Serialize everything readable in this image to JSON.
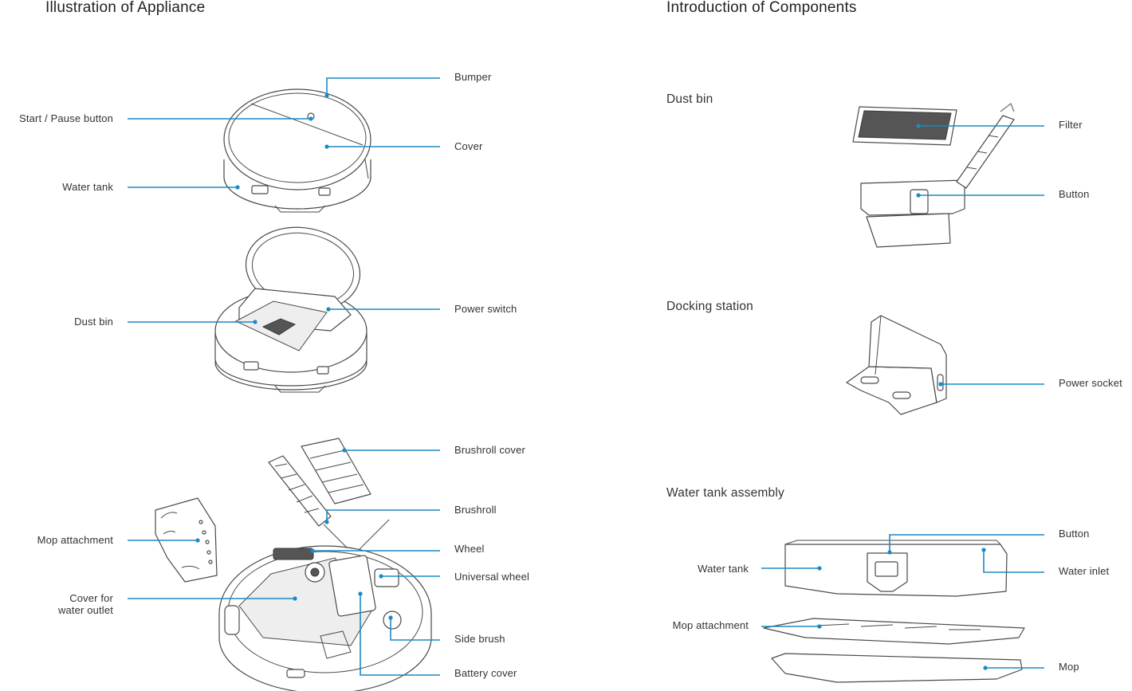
{
  "left_section": {
    "title": "Illustration of Appliance",
    "labels": {
      "bumper": "Bumper",
      "start_pause": "Start / Pause button",
      "cover": "Cover",
      "water_tank": "Water tank",
      "power_switch": "Power switch",
      "dust_bin": "Dust bin",
      "brushroll_cover": "Brushroll cover",
      "brushroll": "Brushroll",
      "mop_attachment": "Mop attachment",
      "wheel": "Wheel",
      "universal_wheel": "Universal wheel",
      "cover_water_outlet_1": "Cover for",
      "cover_water_outlet_2": "water outlet",
      "side_brush": "Side brush",
      "battery_cover": "Battery cover"
    }
  },
  "right_section": {
    "title": "Introduction of Components",
    "dust_bin": {
      "title": "Dust bin",
      "filter": "Filter",
      "button": "Button"
    },
    "docking_station": {
      "title": "Docking station",
      "power_socket": "Power socket"
    },
    "water_tank_assembly": {
      "title": "Water tank assembly",
      "button": "Button",
      "water_tank": "Water tank",
      "water_inlet": "Water inlet",
      "mop_attachment": "Mop attachment",
      "mop": "Mop"
    }
  },
  "colors": {
    "callout": "#1a8ac4",
    "drawing": "#4a4a4a",
    "text": "#333333"
  }
}
